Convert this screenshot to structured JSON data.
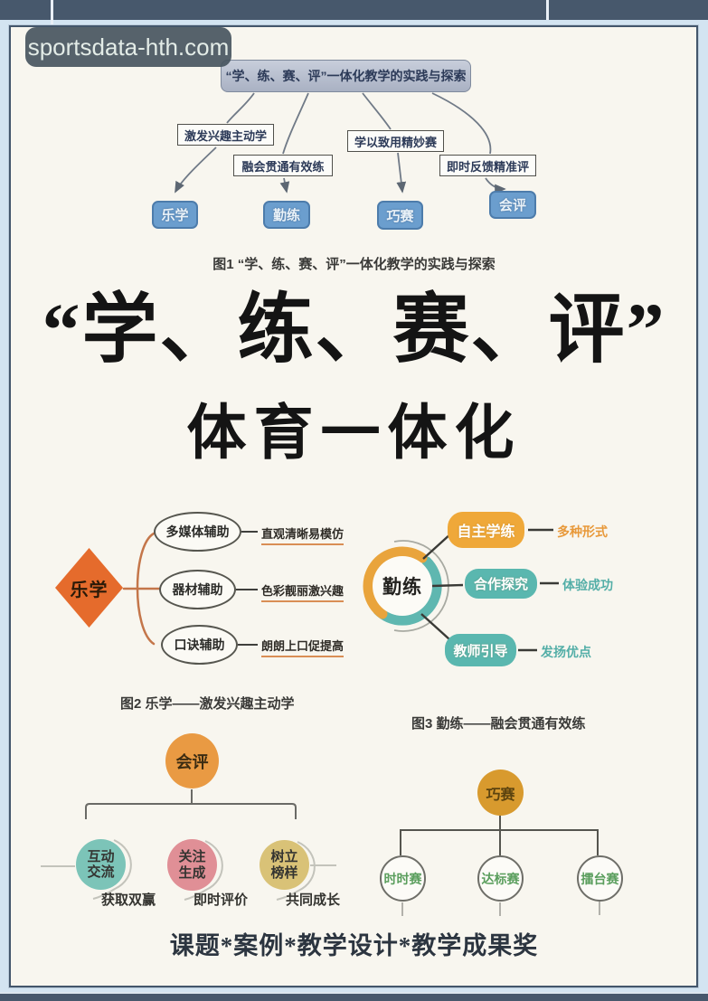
{
  "watermark": "sportsdata-hth.com",
  "fig1": {
    "title": "“学、练、赛、评”一体化教学的实践与探索",
    "branches": [
      {
        "label": "激发兴趣主动学",
        "node": "乐学"
      },
      {
        "label": "融会贯通有效练",
        "node": "勤练"
      },
      {
        "label": "学以致用精妙赛",
        "node": "巧赛"
      },
      {
        "label": "即时反馈精准评",
        "node": "会评"
      }
    ],
    "caption": "图1 “学、练、赛、评”一体化教学的实践与探索"
  },
  "main_title": {
    "line1": "“学、练、赛、评”",
    "line2": "体育一体化"
  },
  "fig2": {
    "center": "乐学",
    "items": [
      {
        "label": "多媒体辅助",
        "note": "直观清晰易模仿"
      },
      {
        "label": "器材辅助",
        "note": "色彩靓丽激兴趣"
      },
      {
        "label": "口诀辅助",
        "note": "朗朗上口促提高"
      }
    ],
    "caption": "图2 乐学——激发兴趣主动学"
  },
  "fig3": {
    "center": "勤练",
    "items": [
      {
        "label": "自主学练",
        "note": "多种形式"
      },
      {
        "label": "合作探究",
        "note": "体验成功"
      },
      {
        "label": "教师引导",
        "note": "发扬优点"
      }
    ],
    "caption": "图3 勤练——融会贯通有效练"
  },
  "fig4": {
    "center": "会评",
    "items": [
      {
        "line1": "互动",
        "line2": "交流",
        "note": "获取双赢"
      },
      {
        "line1": "关注",
        "line2": "生成",
        "note": "即时评价"
      },
      {
        "line1": "树立",
        "line2": "榜样",
        "note": "共同成长"
      }
    ]
  },
  "fig5": {
    "center": "巧赛",
    "items": [
      {
        "label": "时时赛"
      },
      {
        "label": "达标赛"
      },
      {
        "label": "擂台赛"
      }
    ]
  },
  "footer": "课题*案例*教学设计*教学成果奖",
  "colors": {
    "frame_blue": "#d3e4f1",
    "bar_slate": "#47586c",
    "card_bg": "#f8f6ef",
    "node_blue": "#6b9ece",
    "diamond_orange": "#e56b2c",
    "pill_gold": "#efa839",
    "pill_teal": "#5ab7af",
    "ring_orange": "#e9a43c",
    "ring_teal": "#5fb7b0",
    "circle_orange": "#e99a43",
    "circle_teal": "#7cc4b8",
    "circle_pink": "#e08f96",
    "circle_tan": "#d9c277",
    "circle_gold": "#d89a2e",
    "race_green": "#5a9e5d"
  }
}
